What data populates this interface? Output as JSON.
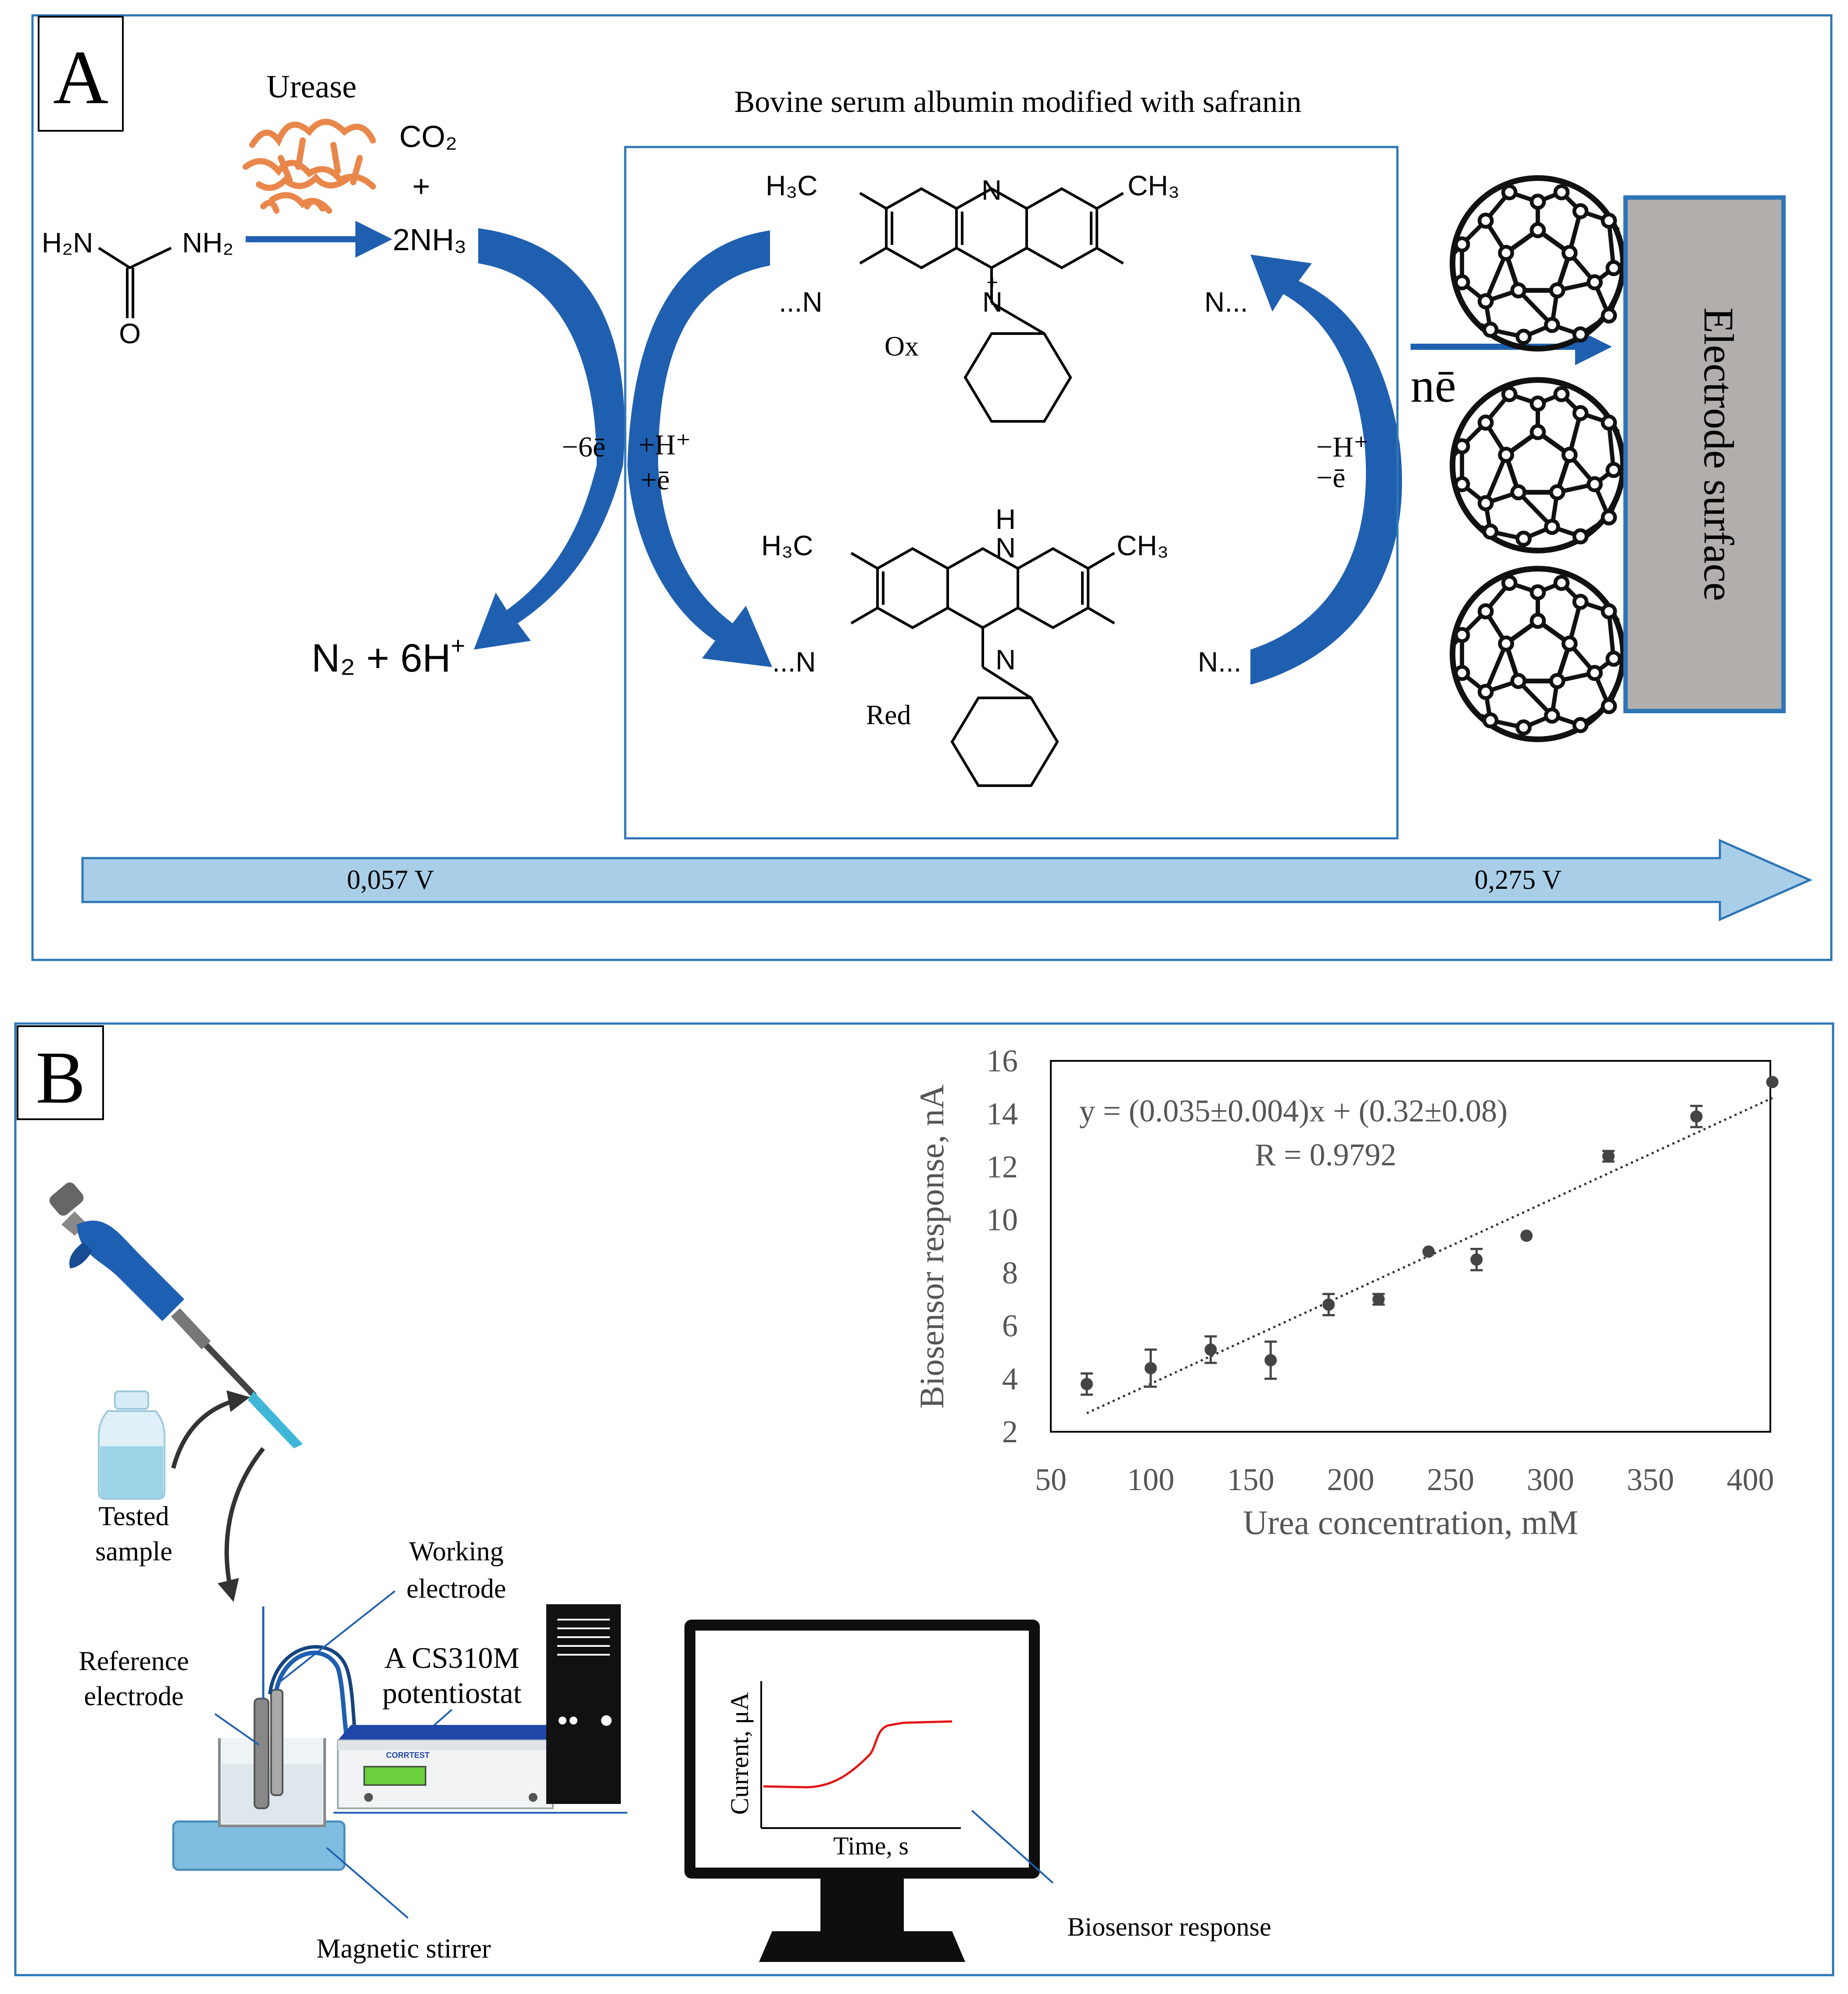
{
  "panel_a": {
    "letter": "A",
    "enzyme_label": "Urease",
    "urea": {
      "h2n": "H₂N",
      "nh2": "NH₂",
      "o": "O"
    },
    "products": {
      "co2": "CO₂",
      "plus": "+",
      "nh3": "2NH₃"
    },
    "n2_line": {
      "text": "N₂ + 6H",
      "sup": "+"
    },
    "box_title": "Bovine serum albumin modified with safranin",
    "ox": {
      "label": "Ox",
      "h3c": "H₃C",
      "ch3": "CH₃",
      "n_top": "N",
      "n_plus": "N",
      "plus_sign": "+",
      "n_left": "...N",
      "n_right": "N..."
    },
    "red": {
      "label": "Red",
      "h3c": "H₃C",
      "ch3": "CH₃",
      "h": "H",
      "n_top": "N",
      "n_bottom": "N",
      "n_left": "...N",
      "n_right": "N..."
    },
    "minus_6e": "−6ē",
    "plus_h": "+H⁺",
    "plus_e": "+ē",
    "minus_h": "−H⁺",
    "minus_e": "−ē",
    "ne": "nē",
    "electrode_label": "Electrode surface",
    "potential_low": "0,057 V",
    "potential_high": "0,275 V",
    "colors": {
      "arrow_blue": "#1f5fb0",
      "enzyme_orange": "#e9874a",
      "electrode_gray": "#b1aeac",
      "potential_fill": "#a9cfe8",
      "frame": "#2e75b6"
    }
  },
  "panel_b": {
    "letter": "B",
    "tested_sample": [
      "Tested",
      "sample"
    ],
    "working_electrode": [
      "Working",
      "electrode"
    ],
    "reference_electrode": [
      "Reference",
      "electrode"
    ],
    "potentiostat": [
      "A CS310M",
      "potentiostat"
    ],
    "magnetic_stirrer": "Magnetic stirrer",
    "biosensor_response": "Biosensor response",
    "monitor_plot": {
      "ylabel": "Current, μA",
      "xlabel": "Time, s"
    },
    "device_brand": "CORRTEST"
  },
  "chart_data": {
    "type": "scatter",
    "title": "",
    "xlabel": "Urea concentration, mM",
    "ylabel": "Biosensor response, nA",
    "xlim": [
      50,
      410
    ],
    "ylim": [
      2,
      16
    ],
    "x_ticks": [
      "50",
      "100",
      "150",
      "200",
      "250",
      "300",
      "350",
      "400"
    ],
    "y_ticks": [
      "2",
      "4",
      "6",
      "8",
      "10",
      "12",
      "14",
      "16"
    ],
    "equation": "y = (0.035±0.004)x + (0.32±0.08)",
    "r_value": "R = 0.9792",
    "grid": false,
    "series": [
      {
        "x": [
          68,
          100,
          130,
          160,
          189,
          214,
          239,
          263,
          288,
          329,
          373,
          411
        ],
        "y": [
          3.8,
          4.4,
          5.1,
          4.7,
          6.8,
          7.0,
          8.8,
          8.5,
          9.4,
          12.4,
          13.9,
          15.2
        ],
        "err": [
          0.4,
          0.7,
          0.5,
          0.7,
          0.4,
          0.2,
          0.0,
          0.4,
          0.0,
          0.2,
          0.4,
          0.0
        ]
      }
    ],
    "trendline": {
      "style": "dotted",
      "x": [
        68,
        411
      ],
      "y": [
        2.7,
        14.6
      ]
    }
  }
}
